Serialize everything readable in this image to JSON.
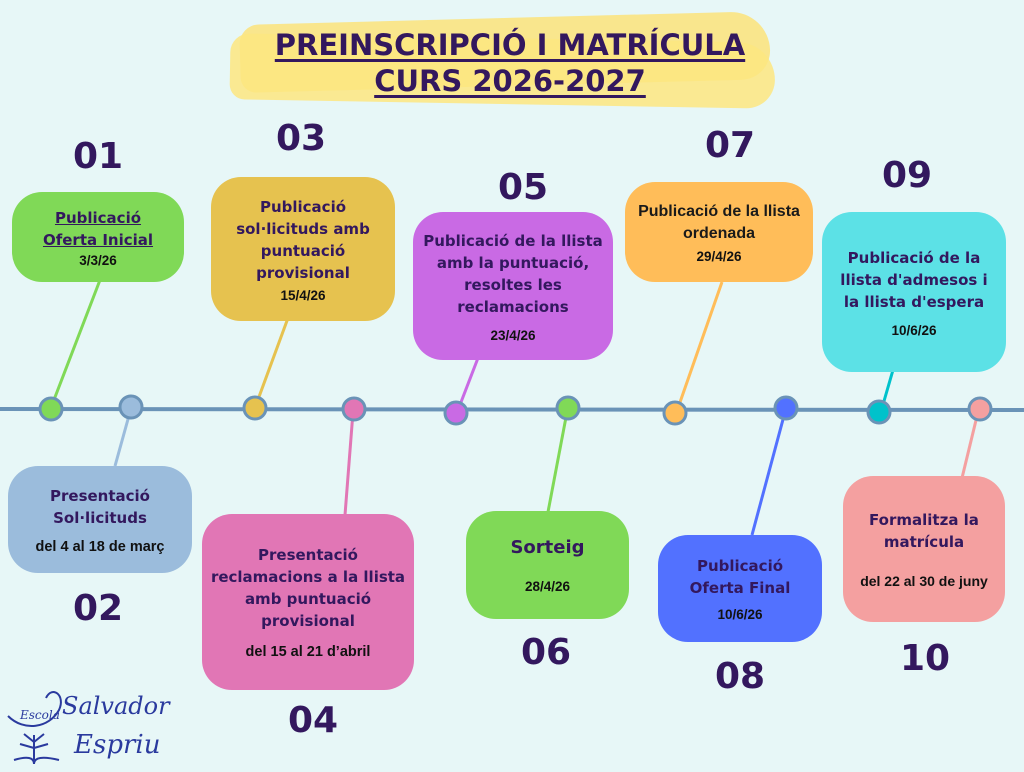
{
  "header": {
    "title_line1": "PREINSCRIPCIÓ I MATRÍCULA",
    "title_line2": "CURS 2026-2027"
  },
  "colors": {
    "background": "#e7f7f7",
    "timeline": "#6a93b7",
    "title_text": "#33185e",
    "highlight": "#fbe37a"
  },
  "steps": [
    {
      "num": "01",
      "label": "Publicació Oferta Inicial",
      "date": "3/3/26",
      "color": "#80d957"
    },
    {
      "num": "02",
      "label": "Presentació Sol·licituds",
      "date": "del 4 al 18 de març",
      "color": "#9bbcdc"
    },
    {
      "num": "03",
      "label": "Publicació sol·licituds amb puntuació provisional",
      "date": "15/4/26",
      "color": "#e6c24f"
    },
    {
      "num": "04",
      "label": "Presentació reclamacions a la llista amb puntuació provisional",
      "date": "del 15 al 21 d’abril",
      "color": "#e176b5"
    },
    {
      "num": "05",
      "label": "Publicació de la llista amb la puntuació, resoltes les reclamacions",
      "date": "23/4/26",
      "color": "#c96ae4"
    },
    {
      "num": "06",
      "label": "Sorteig",
      "date": "28/4/26",
      "color": "#80d957"
    },
    {
      "num": "07",
      "label": "Publicació de la llista ordenada",
      "date": "29/4/26",
      "color": "#ffbd59"
    },
    {
      "num": "08",
      "label": "Publicació Oferta Final",
      "date": "10/6/26",
      "color": "#5271ff"
    },
    {
      "num": "09",
      "label": "Publicació de la llista d'admesos i la llista d'espera",
      "date": "10/6/26",
      "color": "#5ce1e6"
    },
    {
      "num": "10",
      "label": "Formalitza la matrícula",
      "date": "del 22 al 30 de  juny",
      "color": "#f4a0a0"
    }
  ],
  "logo": {
    "line1_small": "Escola",
    "line1_big": "Salvador",
    "line2": "Espriu"
  }
}
